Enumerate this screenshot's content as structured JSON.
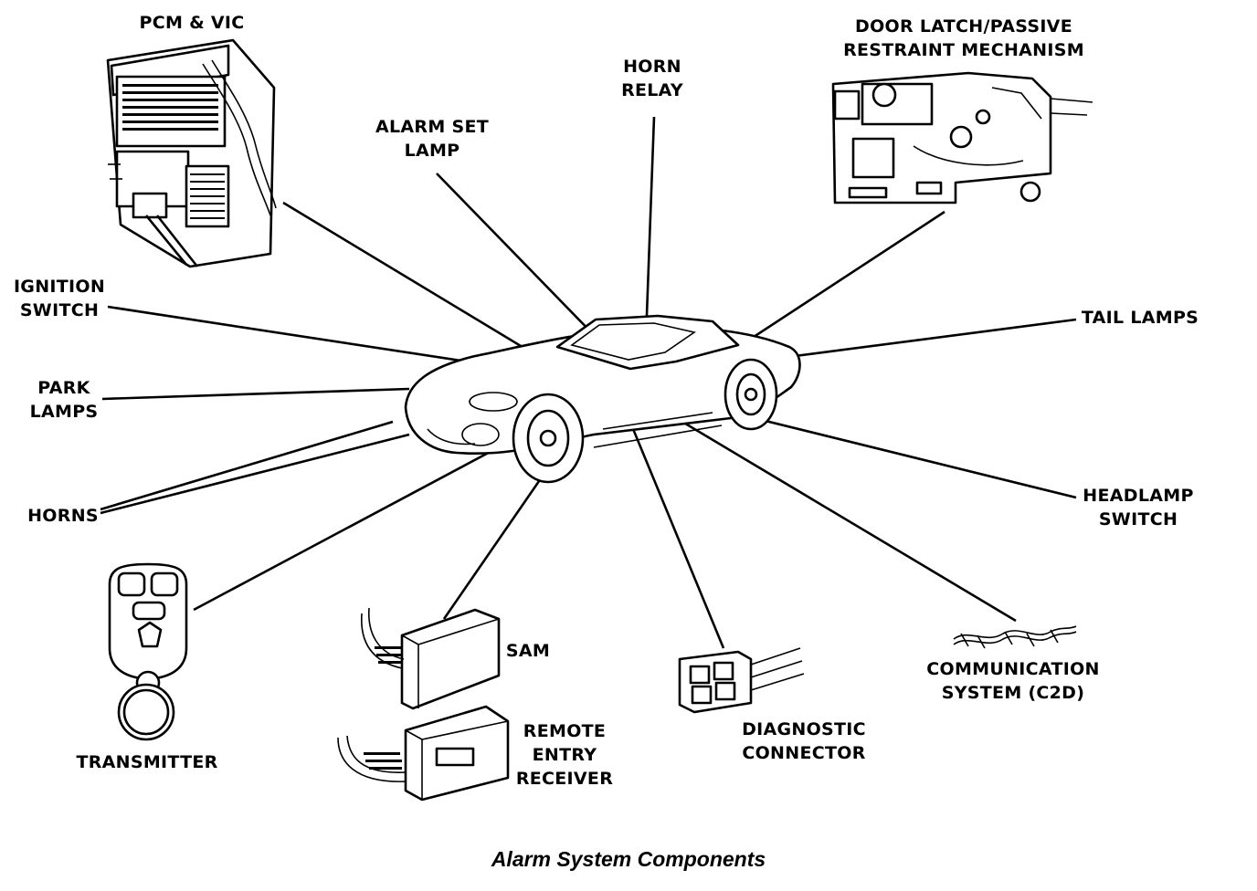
{
  "diagram": {
    "caption": "Alarm System Components",
    "labels": {
      "pcm_vic": [
        "PCM & VIC"
      ],
      "door_latch": [
        "DOOR LATCH/PASSIVE",
        "RESTRAINT MECHANISM"
      ],
      "horn_relay": [
        "HORN",
        "RELAY"
      ],
      "alarm_set_lamp": [
        "ALARM SET",
        "LAMP"
      ],
      "ignition_switch": [
        "IGNITION",
        "SWITCH"
      ],
      "tail_lamps": [
        "TAIL LAMPS"
      ],
      "park_lamps": [
        "PARK",
        "LAMPS"
      ],
      "horns": [
        "HORNS"
      ],
      "headlamp_switch": [
        "HEADLAMP",
        "SWITCH"
      ],
      "transmitter": [
        "TRANSMITTER"
      ],
      "sam": [
        "SAM"
      ],
      "remote_entry_receiver": [
        "REMOTE",
        "ENTRY",
        "RECEIVER"
      ],
      "diagnostic_connector": [
        "DIAGNOSTIC",
        "CONNECTOR"
      ],
      "communication_system": [
        "COMMUNICATION",
        "SYSTEM (C2D)"
      ]
    }
  }
}
